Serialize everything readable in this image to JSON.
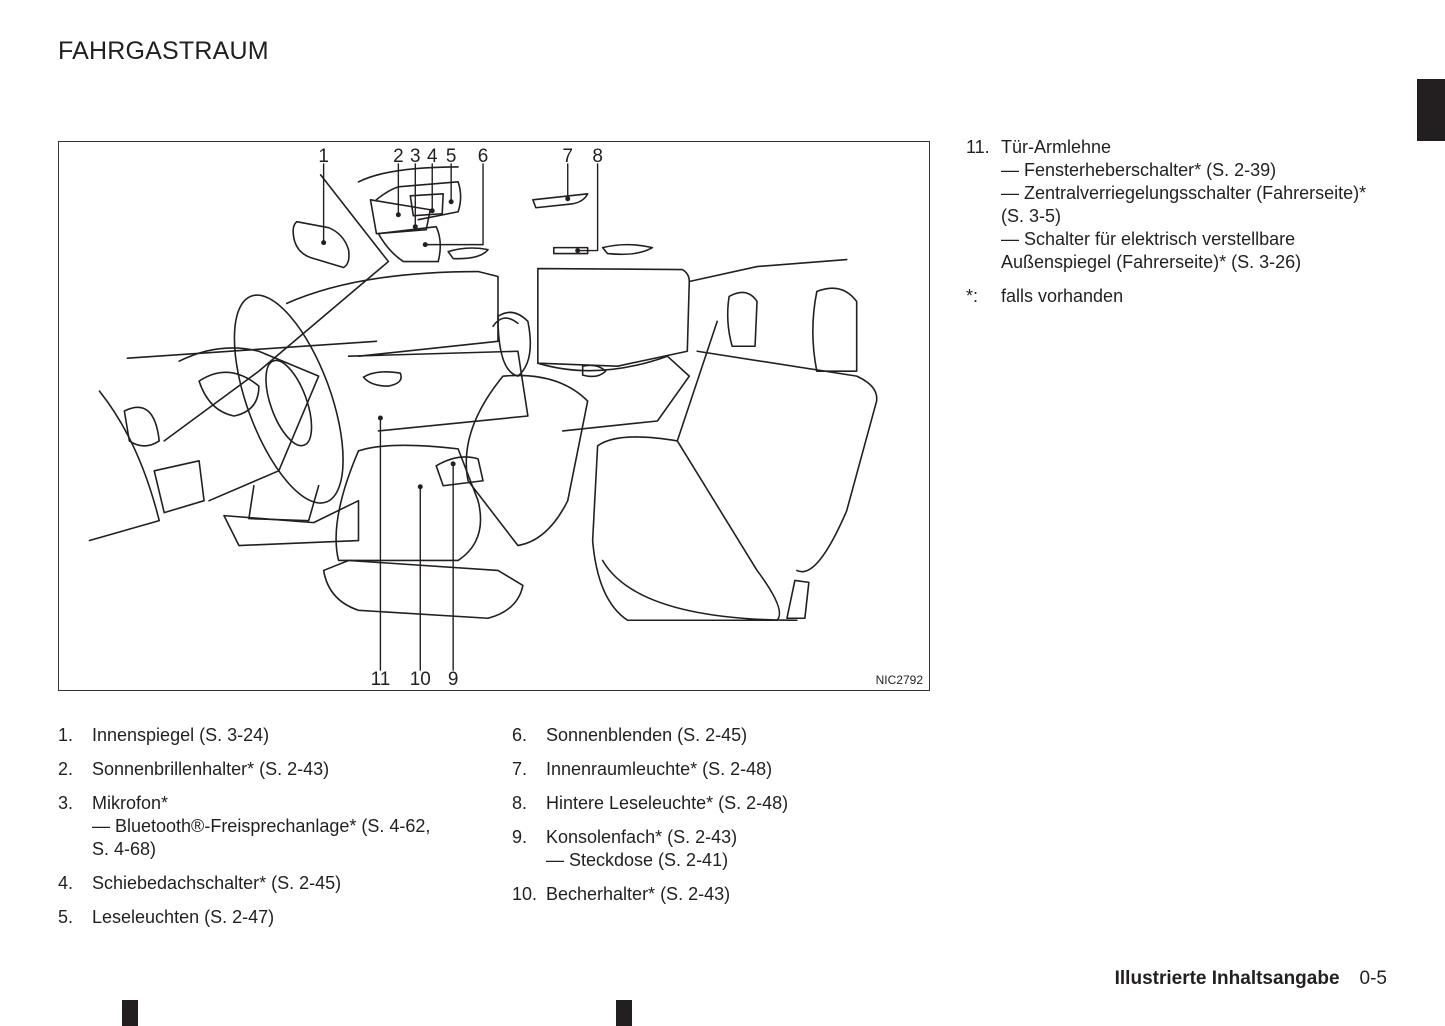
{
  "header": {
    "title": "FAHRGASTRAUM"
  },
  "figure": {
    "id": "NIC2792",
    "callouts": [
      "1",
      "2",
      "3",
      "4",
      "5",
      "6",
      "7",
      "8",
      "9",
      "10",
      "11"
    ]
  },
  "items_left": [
    {
      "num": "1.",
      "label": "Innenspiegel (S. 3-24)",
      "subs": []
    },
    {
      "num": "2.",
      "label": "Sonnenbrillenhalter* (S. 2-43)",
      "subs": []
    },
    {
      "num": "3.",
      "label": "Mikrofon*",
      "subs": [
        "— Bluetooth®-Freisprechanlage* (S. 4-62,",
        "S. 4-68)"
      ]
    },
    {
      "num": "4.",
      "label": "Schiebedachschalter* (S. 2-45)",
      "subs": []
    },
    {
      "num": "5.",
      "label": "Leseleuchten (S. 2-47)",
      "subs": []
    }
  ],
  "items_mid": [
    {
      "num": "6.",
      "label": "Sonnenblenden (S. 2-45)",
      "subs": []
    },
    {
      "num": "7.",
      "label": "Innenraumleuchte* (S. 2-48)",
      "subs": []
    },
    {
      "num": "8.",
      "label": "Hintere Leseleuchte* (S. 2-48)",
      "subs": []
    },
    {
      "num": "9.",
      "label": "Konsolenfach* (S. 2-43)",
      "subs": [
        "— Steckdose (S. 2-41)"
      ]
    },
    {
      "num": "10.",
      "label": "Becherhalter* (S. 2-43)",
      "subs": []
    }
  ],
  "items_right": [
    {
      "num": "11.",
      "label": "Tür-Armlehne",
      "subs": [
        "— Fensterheberschalter* (S. 2-39)",
        "— Zentralverriegelungsschalter (Fahrerseite)*",
        "(S. 3-5)",
        "— Schalter für elektrisch verstellbare",
        "Außenspiegel (Fahrerseite)* (S. 3-26)"
      ]
    }
  ],
  "footnote": {
    "mark": "*:",
    "text": "falls vorhanden"
  },
  "footer": {
    "section": "Illustrierte Inhaltsangabe",
    "page": "0-5"
  }
}
